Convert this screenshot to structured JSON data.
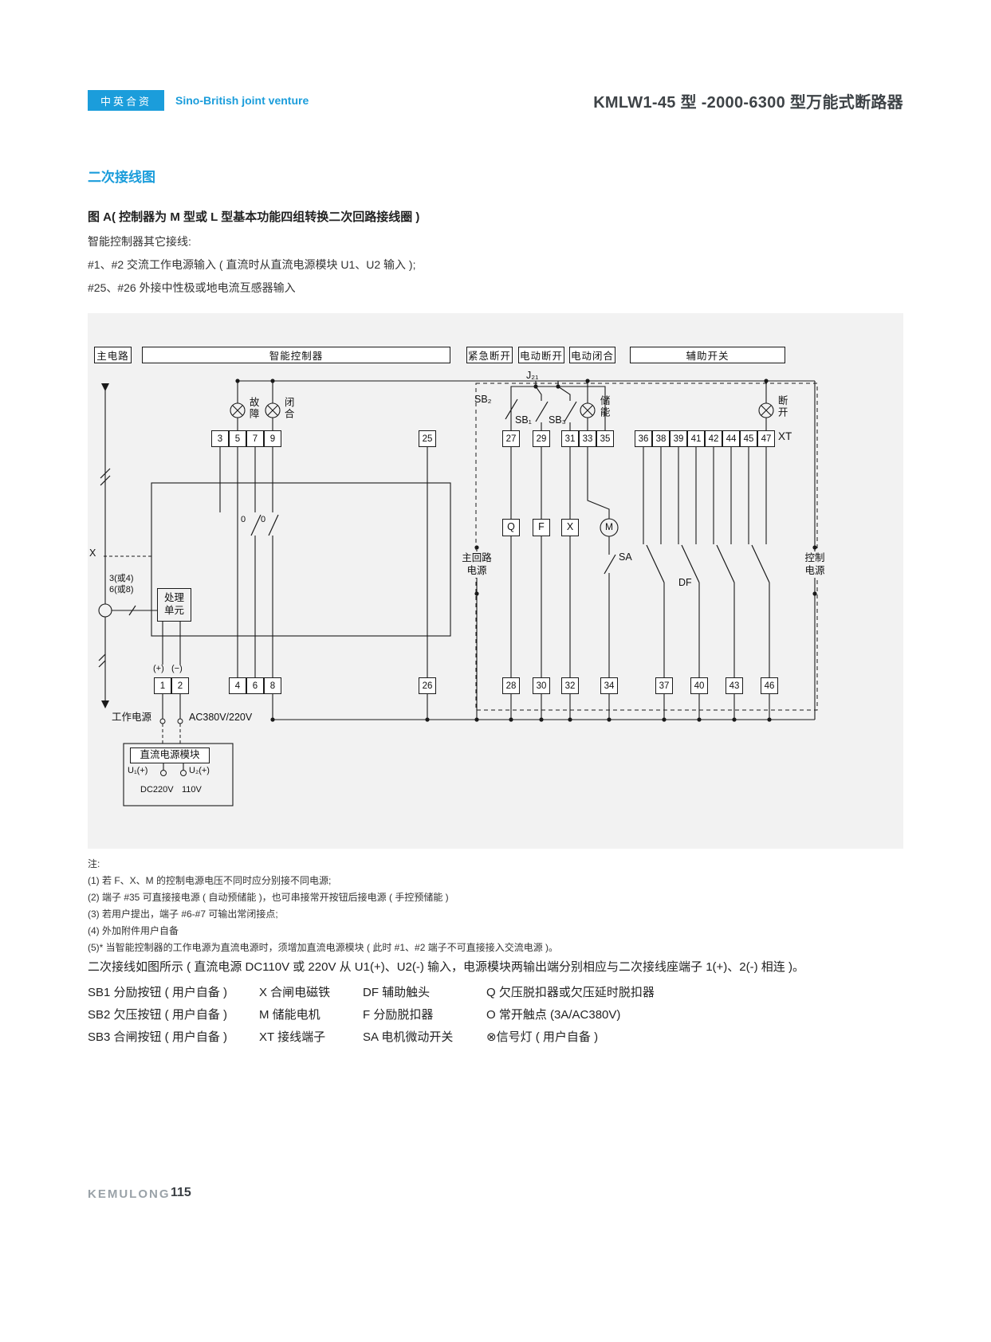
{
  "header": {
    "badge": "中英合资",
    "joint_venture": "Sino-British joint venture",
    "title": "KMLW1-45 型 -2000-6300 型万能式断路器"
  },
  "section": {
    "title": "二次接线图",
    "figure_caption": "图 A( 控制器为 M 型或 L 型基本功能四组转换二次回路接线圈 )",
    "intro_lines": [
      "智能控制器其它接线:",
      "#1、#2 交流工作电源输入 ( 直流时从直流电源模块 U1、U2 输入 );",
      "#25、#26 外接中性极或地电流互感器输入"
    ]
  },
  "diagram": {
    "section_boxes": [
      "主电路",
      "智能控制器",
      "紧急断开",
      "电动断开",
      "电动闭合",
      "辅助开关"
    ],
    "terminals_top": [
      "3",
      "5",
      "7",
      "9",
      "25",
      "27",
      "29",
      "31",
      "33",
      "35",
      "36",
      "38",
      "39",
      "41",
      "42",
      "44",
      "45",
      "47"
    ],
    "terminals_bottom": [
      "1",
      "2",
      "4",
      "6",
      "8",
      "26",
      "28",
      "30",
      "32",
      "34",
      "37",
      "40",
      "43",
      "46"
    ],
    "xt": "XT",
    "lamps": {
      "fault": "故障",
      "close": "闭合",
      "store": "储能",
      "open": "断开"
    },
    "buttons": {
      "sb1": "SB₁",
      "sb2": "SB₂",
      "sb3": "SB₃",
      "relay": "J₂₁"
    },
    "devices": {
      "q": "Q",
      "f": "F",
      "x": "X",
      "m": "M",
      "sa": "SA",
      "df": "DF"
    },
    "labels": {
      "main_loop": "主回路\n电源",
      "control": "控制\n电源",
      "x_mark": "X",
      "ct_lines": "3(或4)\n6(或8)",
      "process_unit": "处理\n单元",
      "plus": "(+)",
      "minus": "(−)",
      "work_power": "工作电源",
      "ac": "AC380V/220V",
      "dc_module": "直流电源模块",
      "u1": "U₁(+)",
      "u2": "U₂(+)",
      "dc220": "DC220V",
      "v110": "110V",
      "zero": "0"
    }
  },
  "notes": {
    "label": "注:",
    "items": [
      "(1) 若 F、X、M 的控制电源电压不同时应分别接不同电源;",
      "(2) 端子 #35 可直接接电源 ( 自动预储能 )，也可串接常开按钮后接电源 ( 手控预储能 )",
      "(3) 若用户提出，端子 #6-#7 可输出常闭接点;",
      "(4) 外加附件用户自备",
      "(5)* 当智能控制器的工作电源为直流电源时，须增加直流电源模块 ( 此时 #1、#2 端子不可直接接入交流电源 )。"
    ]
  },
  "wiring_note": "二次接线如图所示 ( 直流电源 DC110V 或 220V 从 U1(+)、U2(-) 输入，电源模块两输出端分别相应与二次接线座端子 1(+)、2(-) 相连 )。",
  "legend": {
    "rows": [
      [
        "SB1 分励按钮 ( 用户自备 )",
        "X 合闸电磁铁",
        "DF 辅助触头",
        "Q 欠压脱扣器或欠压延时脱扣器"
      ],
      [
        "SB2 欠压按钮 ( 用户自备 )",
        "M 储能电机",
        "F 分励脱扣器",
        "O 常开触点 (3A/AC380V)"
      ],
      [
        "SB3 合闸按钮 ( 用户自备 )",
        "XT 接线端子",
        "SA 电机微动开关",
        "⊗信号灯 ( 用户自备 )"
      ]
    ]
  },
  "footer": {
    "brand": "KEMULONG",
    "page": "115"
  }
}
